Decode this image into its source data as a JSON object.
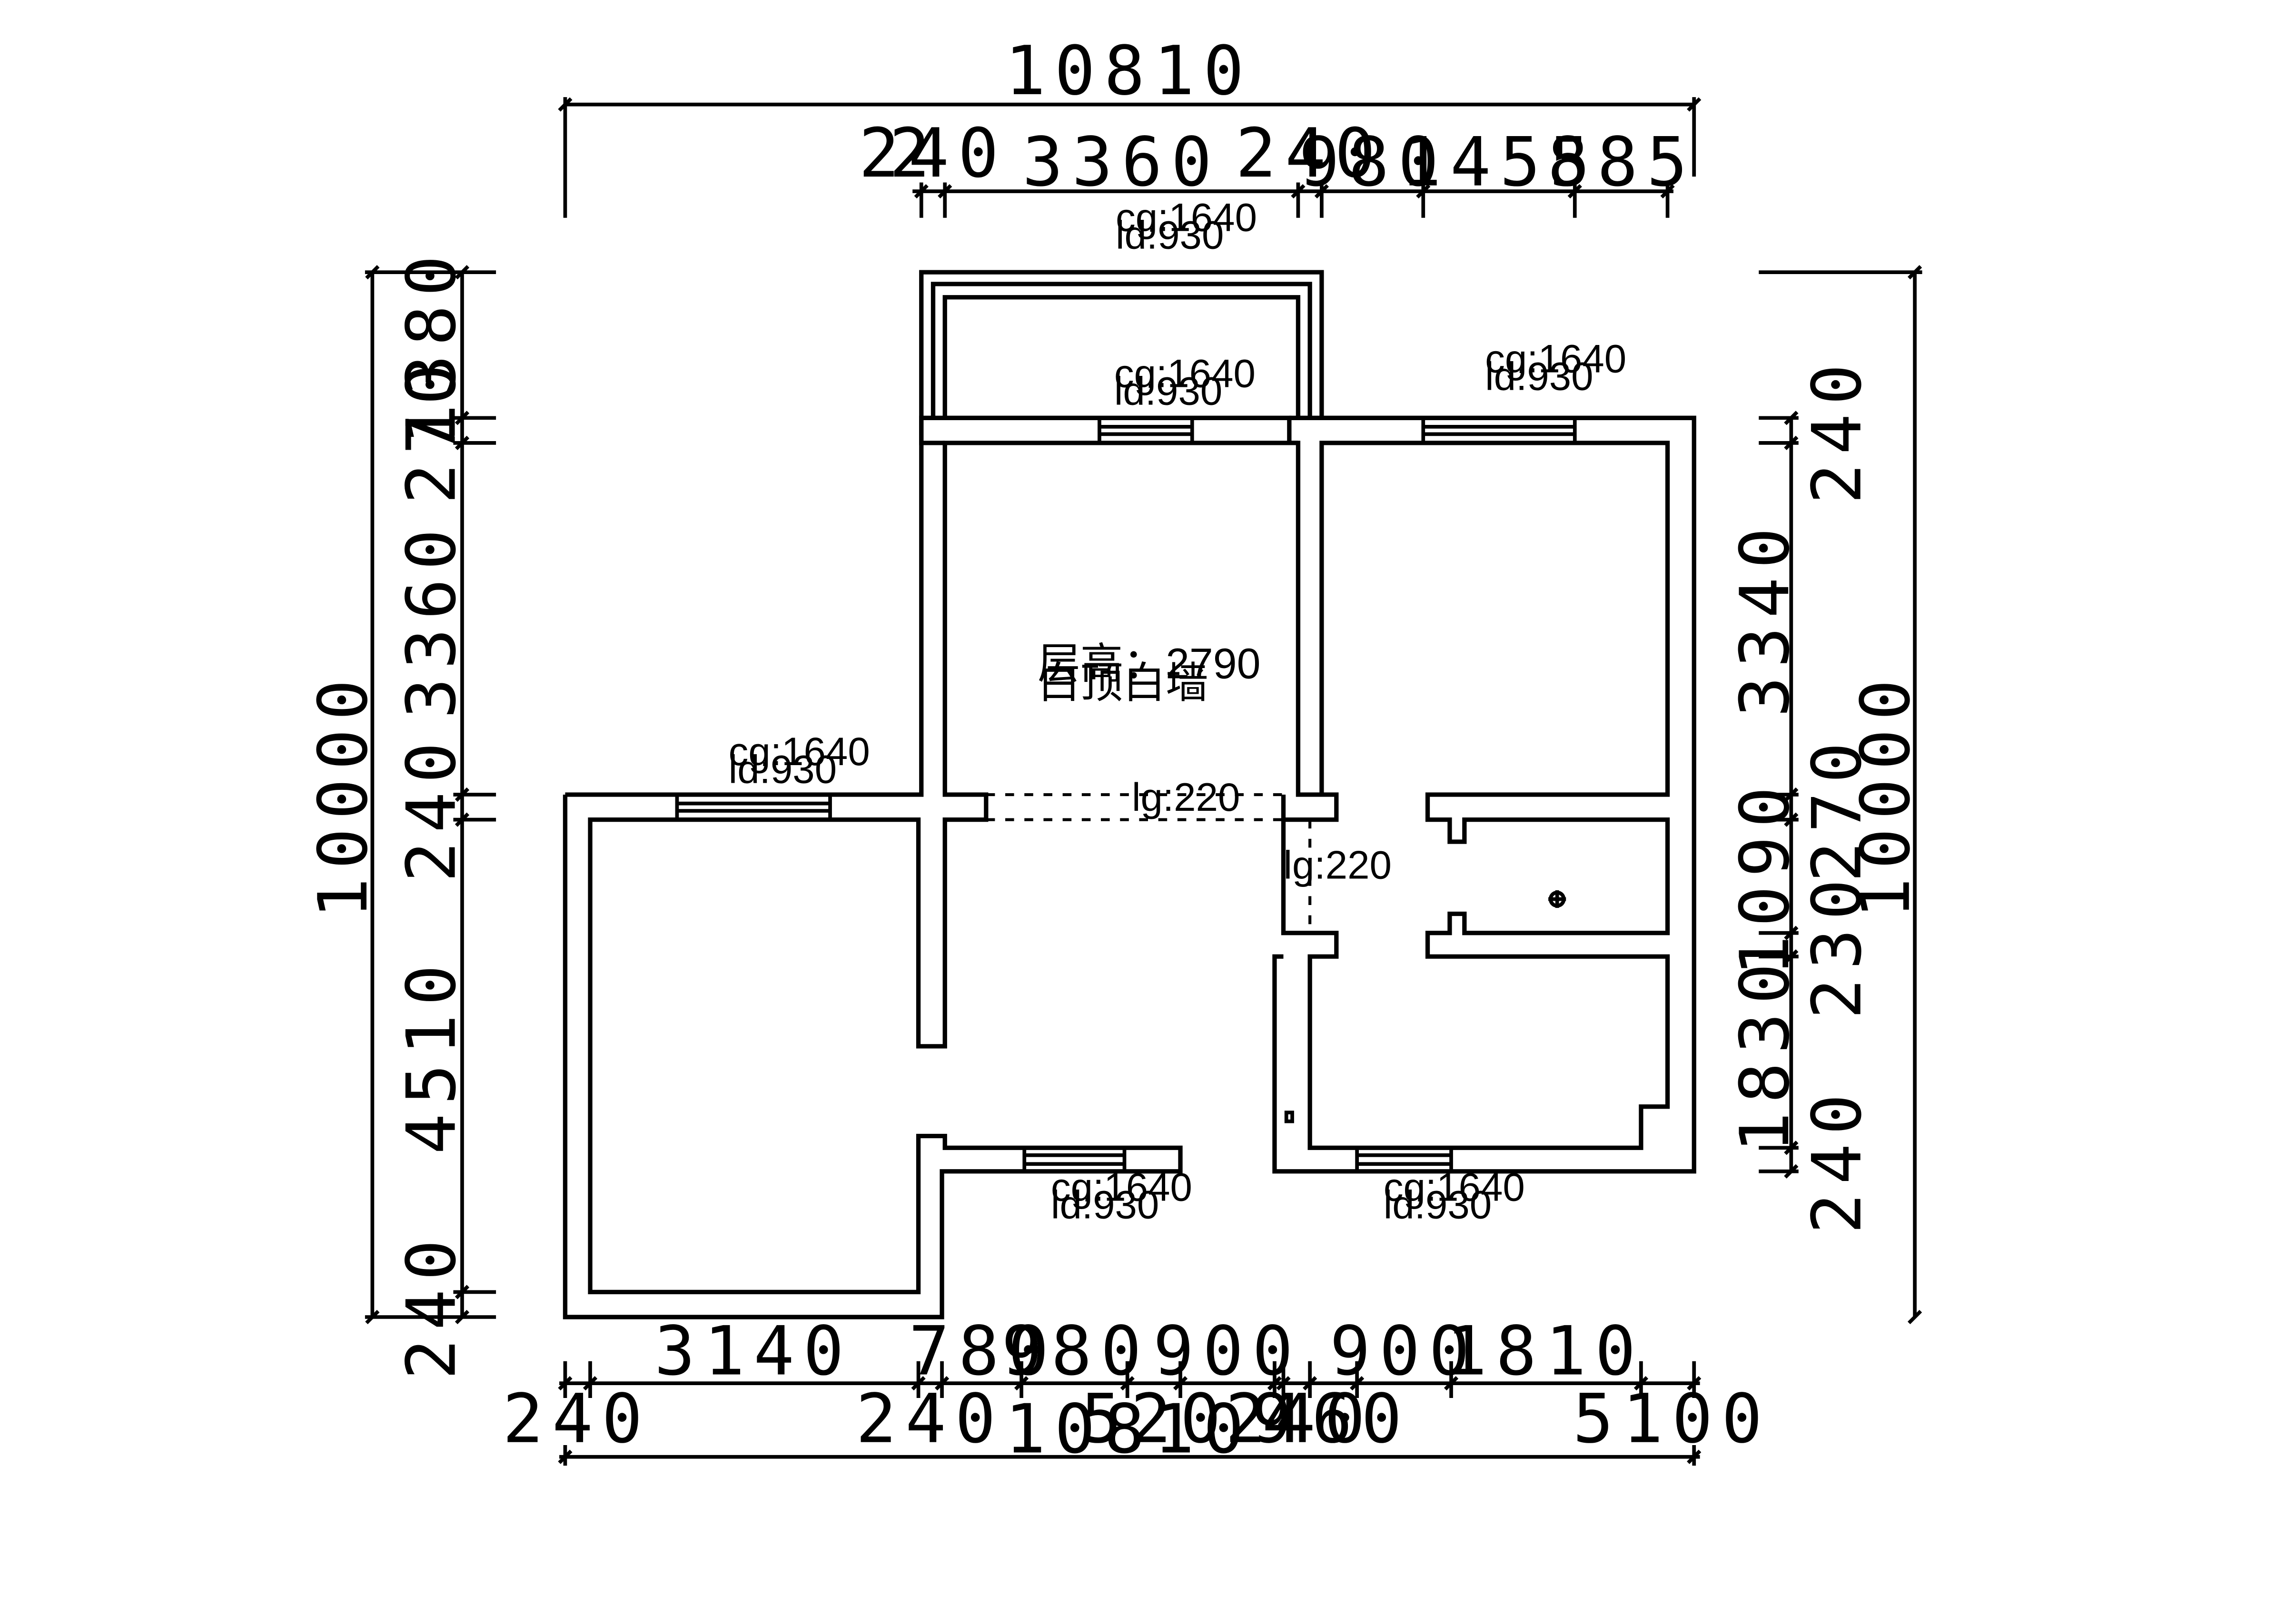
{
  "dimensions": {
    "top_overall": "10810",
    "top_segments": [
      "240",
      "3360",
      "240",
      "980",
      "1455",
      "885"
    ],
    "top_segment_extra": "2",
    "left_overall": "10000",
    "left_segments": [
      "1380",
      "270",
      "3360",
      "240",
      "4510",
      "240"
    ],
    "right_overall": "10000",
    "right_segments": [
      "240",
      "3340",
      "270",
      "1090",
      "230",
      "1830",
      "240"
    ],
    "bottom_segments": [
      "3140",
      "780",
      "980",
      "900",
      "900",
      "1810"
    ],
    "bottom_row2": [
      "240",
      "240",
      "520",
      "9",
      "240",
      "460",
      "5100"
    ],
    "bottom_overall": "10810"
  },
  "window_notes": {
    "balcony": {
      "cg": "cg:1640",
      "ld": "ld:930"
    },
    "room_north": {
      "cg": "cg:1640",
      "ld": "ld:930"
    },
    "east_bedroom": {
      "cg": "cg:1640",
      "ld": "ld:930"
    },
    "living_room": {
      "cg": "cg:1640",
      "ld": "ld:930"
    },
    "south_mid": {
      "cg": "cg:1640",
      "ld": "ld:930"
    },
    "south_east": {
      "cg": "cg:1640",
      "ld": "ld:930"
    }
  },
  "room_note": {
    "height": "层高：2790",
    "finish": "白顶白墙"
  },
  "beam_notes": {
    "horizontal": "lg:220",
    "vertical": "lg:220"
  }
}
